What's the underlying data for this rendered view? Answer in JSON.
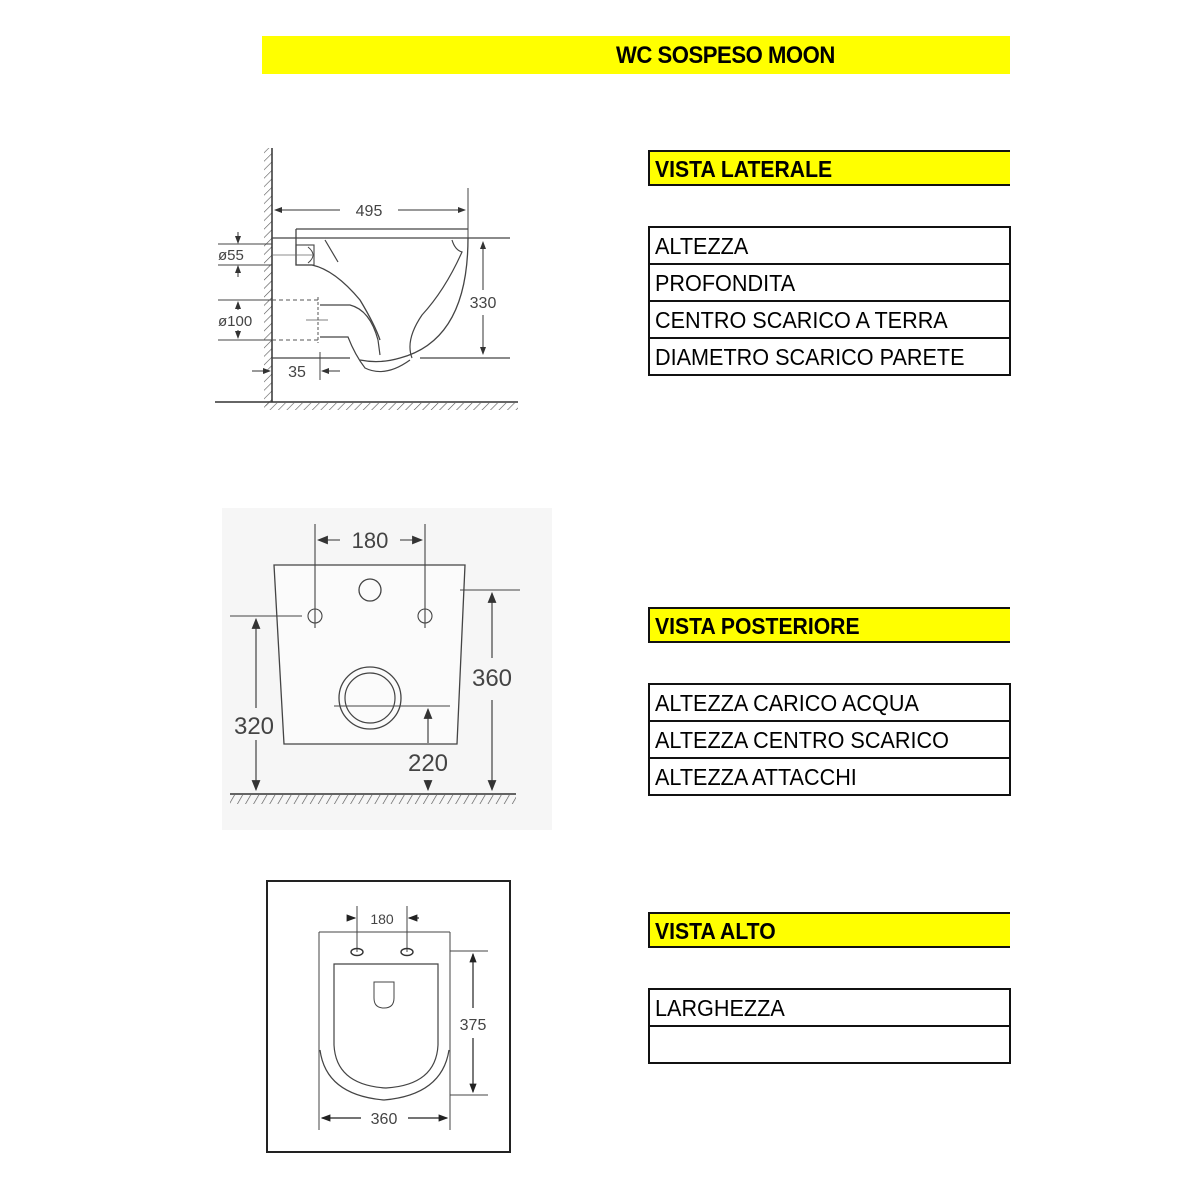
{
  "document": {
    "title": "WC SOSPESO MOON",
    "accent_color": "#ffff00"
  },
  "sections": {
    "side": {
      "heading": "VISTA LATERALE",
      "rows": [
        "ALTEZZA",
        "PROFONDITA",
        "CENTRO SCARICO A TERRA",
        "DIAMETRO SCARICO PARETE"
      ]
    },
    "rear": {
      "heading": "VISTA POSTERIORE",
      "rows": [
        "ALTEZZA CARICO ACQUA",
        "ALTEZZA CENTRO SCARICO",
        "ALTEZZA ATTACCHI"
      ]
    },
    "top": {
      "heading": "VISTA ALTO",
      "rows": [
        "LARGHEZZA",
        ""
      ]
    }
  },
  "drawings": {
    "side": {
      "depth": "495",
      "height": "330",
      "inlet_diameter": "ø55",
      "outlet_diameter": "ø100",
      "outlet_offset": "35"
    },
    "rear": {
      "fixing_spacing": "180",
      "inlet_height": "360",
      "fixing_height": "320",
      "outlet_height": "220"
    },
    "top": {
      "fixing_spacing": "180",
      "length": "375",
      "width": "360"
    }
  }
}
